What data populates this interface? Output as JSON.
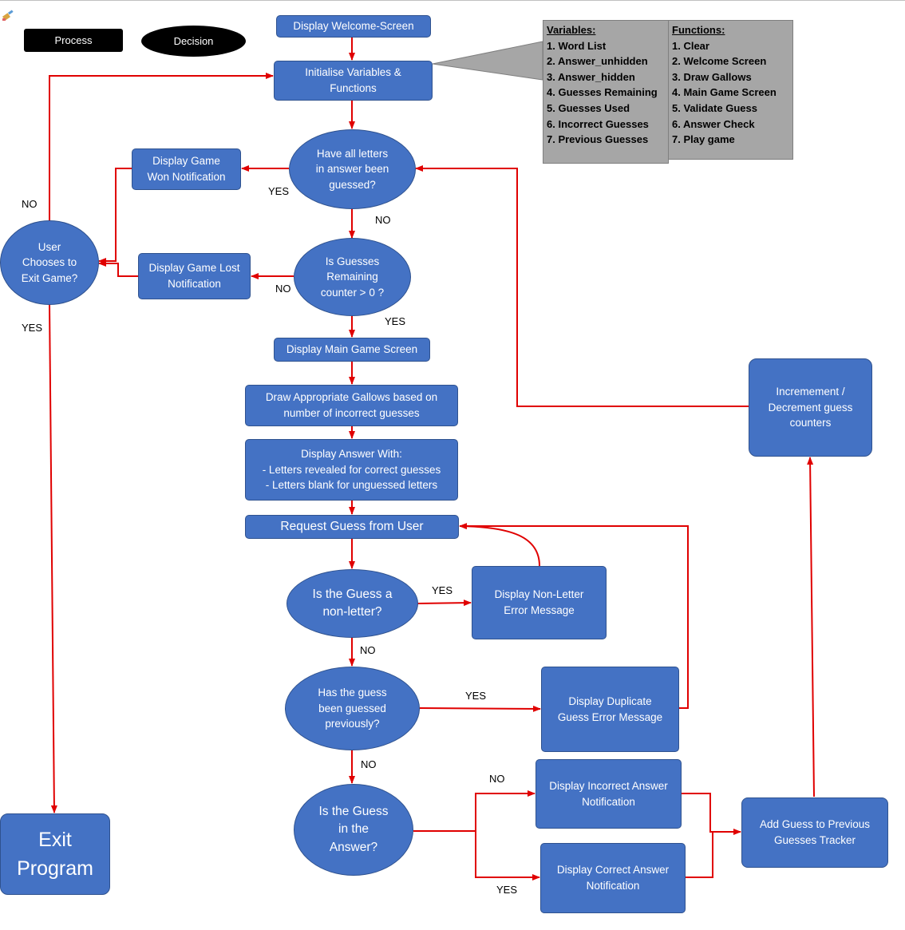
{
  "colors": {
    "node": "#4472c4",
    "connector": "#e00000",
    "callout": "#a6a6a6",
    "legend": "#000000"
  },
  "legend": {
    "process": "Process",
    "decision": "Decision"
  },
  "nodes": {
    "welcome": "Display Welcome-Screen",
    "init": "Initialise Variables &\nFunctions",
    "all_guessed": "Have all letters\nin answer been\nguessed?",
    "won": "Display Game\nWon Notification",
    "exit_q": "User\nChooses to\nExit Game?",
    "lost": "Display Game Lost\nNotification",
    "remaining": "Is Guesses\nRemaining\ncounter > 0 ?",
    "main_screen": "Display Main Game Screen",
    "gallows": "Draw Appropriate Gallows based on\nnumber of incorrect guesses",
    "answer_display": "Display Answer With:\n- Letters revealed for correct guesses\n -  Letters blank for unguessed letters",
    "request": "Request Guess from User",
    "non_letter_q": "Is the Guess a\nnon-letter?",
    "non_letter_err": "Display Non-Letter\nError Message",
    "dup_q": "Has the guess\nbeen guessed\npreviously?",
    "dup_err": "Display Duplicate\nGuess Error Message",
    "in_answer_q": "Is the Guess\nin the\nAnswer?",
    "incorrect": "Display Incorrect Answer\nNotification",
    "correct": "Display Correct Answer\nNotification",
    "add_guess": "Add Guess to Previous\nGuesses Tracker",
    "counters": "Incremement /\nDecrement guess\ncounters",
    "exit": "Exit\nProgram"
  },
  "labels": {
    "no_exit_top": "NO",
    "yes_exit": "YES",
    "yes_won": "YES",
    "no_all": "NO",
    "no_lost": "NO",
    "yes_remaining": "YES",
    "yes_nonletter": "YES",
    "no_nonletter": "NO",
    "yes_dup": "YES",
    "no_dup": "NO",
    "no_incorrect": "NO",
    "yes_correct": "YES"
  },
  "callout": {
    "variables_title": "Variables:",
    "variables": [
      "1. Word List",
      "2. Answer_unhidden",
      "3. Answer_hidden",
      "4. Guesses Remaining",
      "5. Guesses Used",
      "6. Incorrect Guesses",
      "7. Previous Guesses"
    ],
    "functions_title": "Functions:",
    "functions": [
      "1. Clear",
      "2. Welcome Screen",
      "3. Draw Gallows",
      "4. Main Game Screen",
      "5. Validate Guess",
      "6. Answer Check",
      "7. Play game"
    ]
  },
  "icons": {
    "corner": "paintbrush-icon"
  }
}
